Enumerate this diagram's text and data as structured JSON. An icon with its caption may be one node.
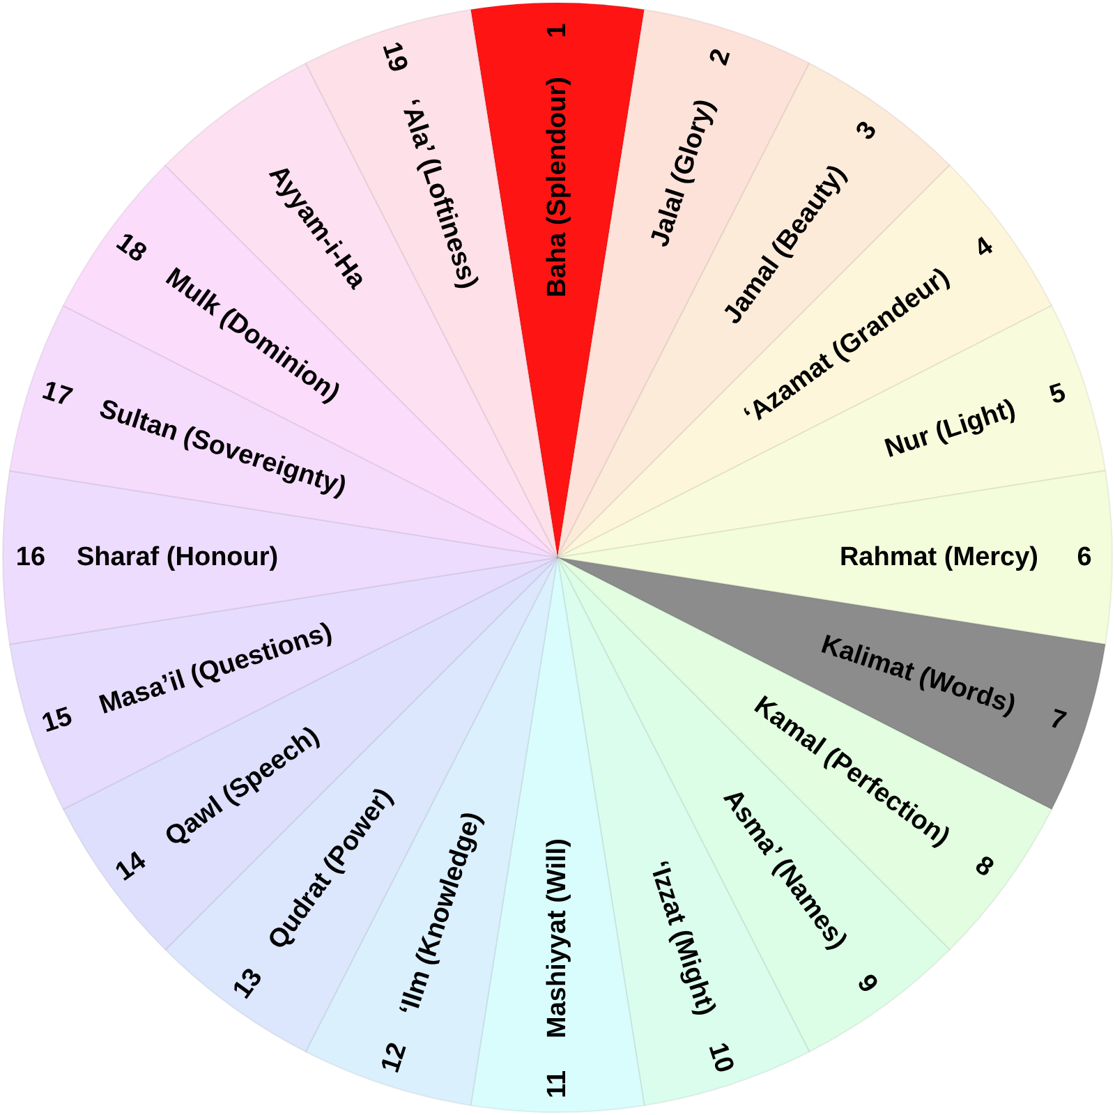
{
  "diagram": {
    "nodes": [
      {
        "text": [
          "Baha (Splendour)",
          "1"
        ]
      },
      {
        "text": [
          "Jalal (Glory)",
          "2"
        ]
      },
      {
        "text": [
          "Jamal (Beauty)",
          "3"
        ]
      },
      {
        "text": [
          "‘Azamat (Grandeur)",
          "4"
        ]
      },
      {
        "text": [
          "Nur (Light)",
          "5"
        ]
      },
      {
        "text": [
          "Rahmat (Mercy)",
          "6"
        ]
      },
      {
        "text": [
          "Kalimat (Words)",
          "7"
        ]
      },
      {
        "text": [
          "Kamal (Perfection)",
          "8"
        ]
      },
      {
        "text": [
          "Asma’ (Names)",
          "9"
        ]
      },
      {
        "text": [
          "‘Izzat (Might)",
          "10"
        ]
      },
      {
        "text": [
          "11",
          "Mashiyyat (Will)"
        ]
      },
      {
        "text": [
          "12",
          "‘Ilm (Knowledge)"
        ]
      },
      {
        "text": [
          "13",
          "Qudrat (Power)"
        ]
      },
      {
        "text": [
          "14",
          "Qawl (Speech)"
        ]
      },
      {
        "text": [
          "15",
          "Masa’il (Questions)"
        ]
      },
      {
        "text": [
          "16",
          "Sharaf (Honour)"
        ]
      },
      {
        "text": [
          "17",
          "Sultan (Sovereignty)"
        ]
      },
      {
        "text": [
          "18",
          "Mulk (Dominion)"
        ]
      },
      {
        "text": [
          "Ayyam-i-Ha"
        ]
      },
      {
        "text": [
          "19",
          "‘Ala’ (Loftiness)"
        ]
      }
    ]
  }
}
